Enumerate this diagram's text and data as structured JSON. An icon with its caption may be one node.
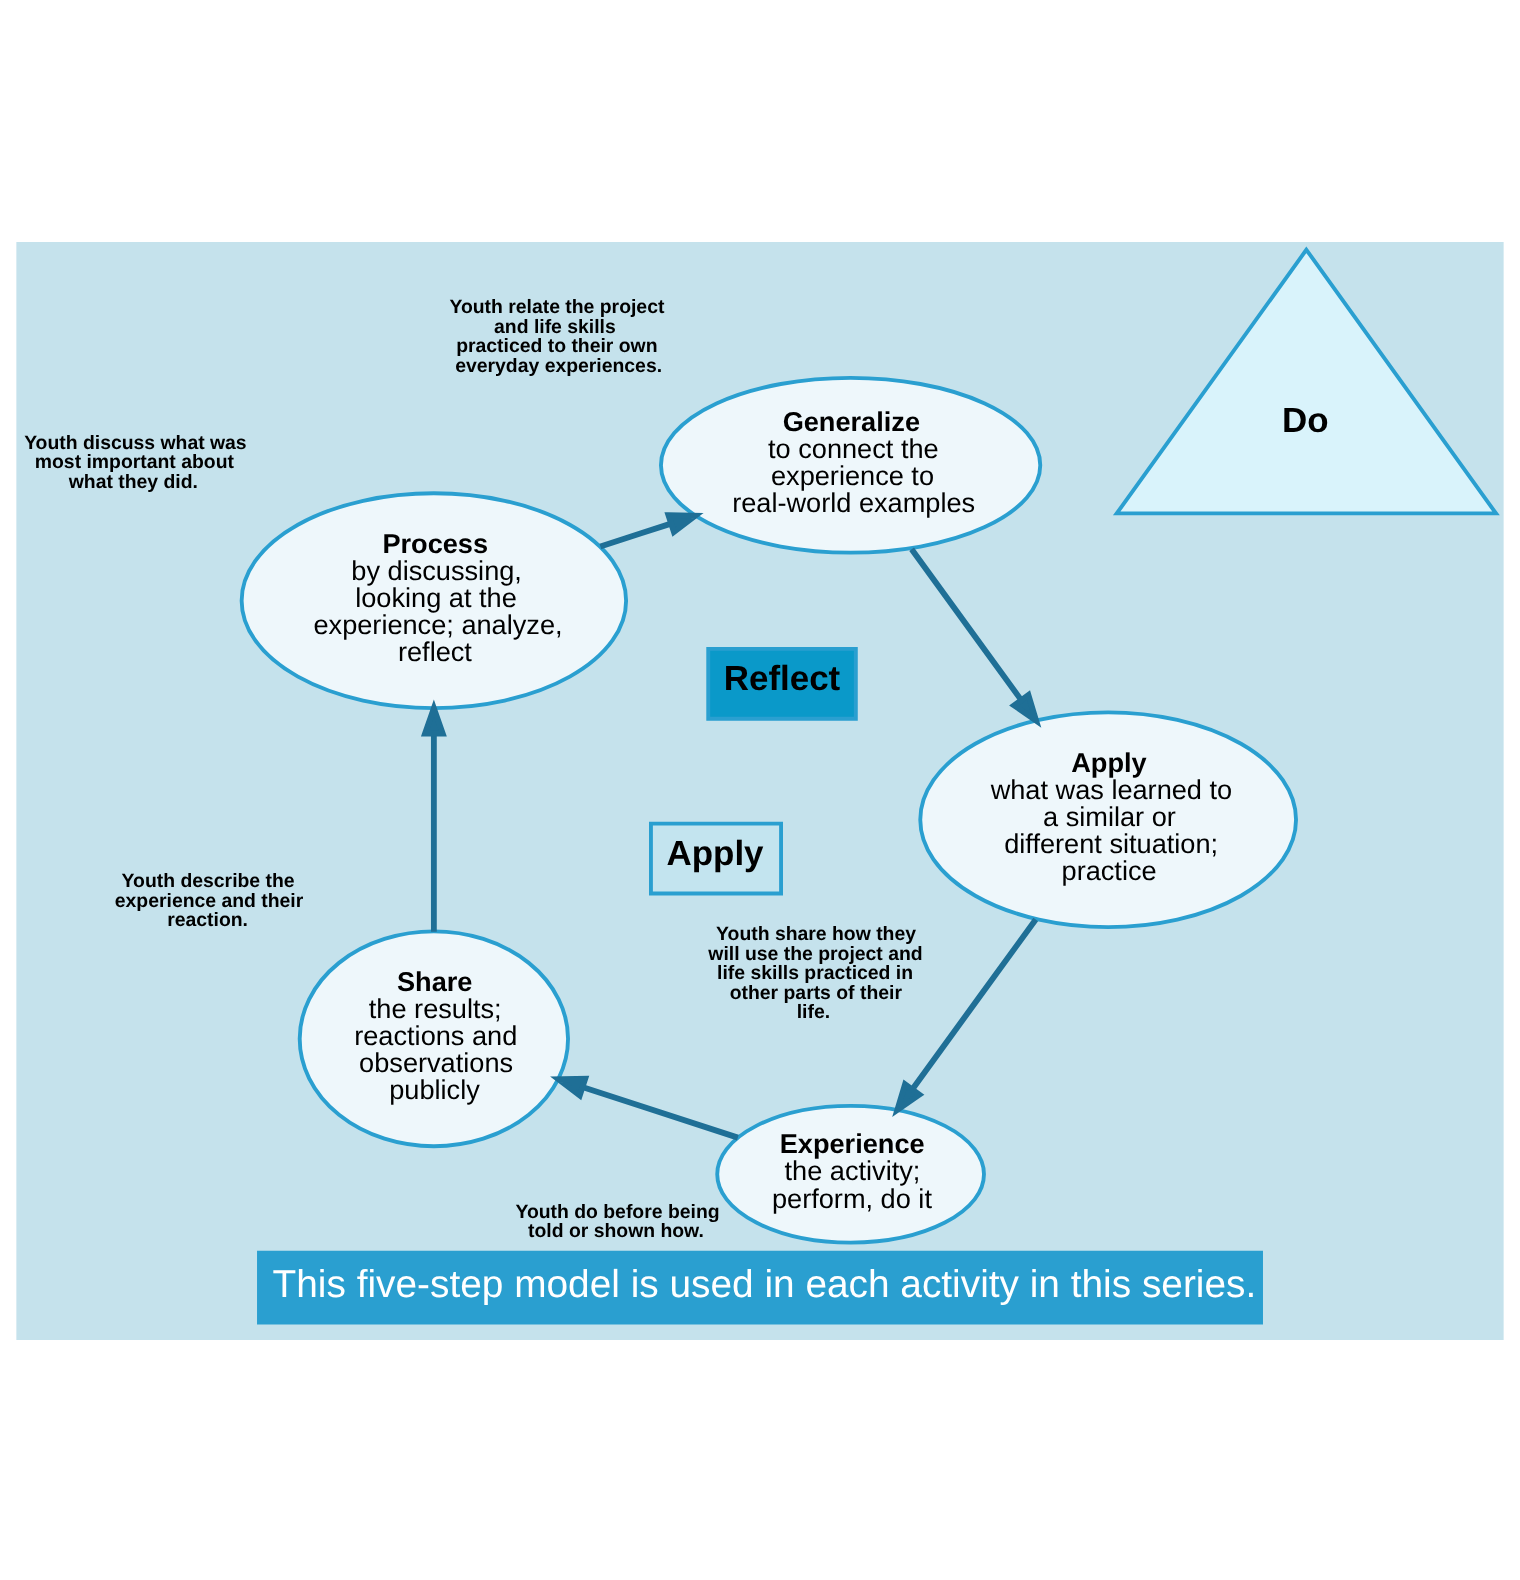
{
  "diagram": {
    "caption": "This five-step model is used in each activity in this series.",
    "nodes": [
      {
        "text": [
          "Experience",
          "the activity; perform, do it"
        ],
        "beside": [
          "Youth do before being told or shown how."
        ]
      },
      {
        "text": [
          "Share",
          "the results; reactions and observations publicly"
        ],
        "beside": [
          "Youth describe the experience and their reaction."
        ]
      },
      {
        "text": [
          "Process",
          "by discussing, looking at the experience; analyze, reflect"
        ],
        "beside": [
          "Youth discuss what was most important about what they did."
        ]
      },
      {
        "text": [
          "Generalize",
          "to connect the experience to real-world examples"
        ],
        "beside": [
          "Youth relate the project and life skills practiced to their own everyday experiences."
        ]
      },
      {
        "text": [
          "Apply",
          "what was learned to a similar or different situation; practice"
        ],
        "beside": [
          "Youth share how they will use the project and life skills practiced in other parts of their life."
        ]
      },
      {
        "text": [
          "Do"
        ]
      },
      {
        "text": [
          "Apply"
        ]
      },
      {
        "text": [
          "Reflect"
        ]
      }
    ],
    "edges": [
      {
        "from": 0,
        "to": 1,
        "arrow": "to"
      },
      {
        "from": 1,
        "to": 2,
        "arrow": "to"
      },
      {
        "from": 2,
        "to": 3,
        "arrow": "to"
      },
      {
        "from": 3,
        "to": 4,
        "arrow": "to"
      },
      {
        "from": 4,
        "to": 0,
        "arrow": "to"
      }
    ]
  }
}
